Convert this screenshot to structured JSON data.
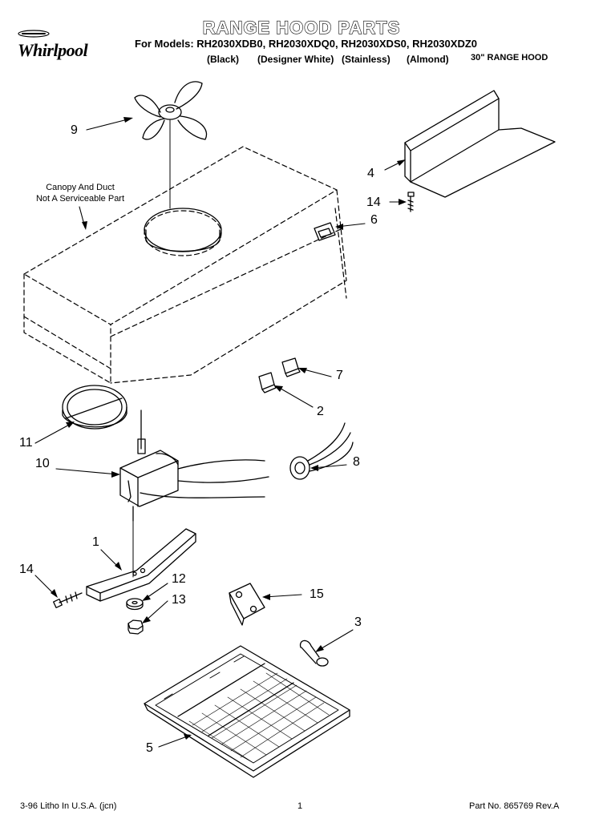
{
  "header": {
    "title": "RANGE HOOD PARTS",
    "models_line": "For Models: RH2030XDB0, RH2030XDQ0, RH2030XDS0, RH2030XDZ0",
    "variants": [
      "(Black)",
      "(Designer White)",
      "(Stainless)",
      "(Almond)"
    ],
    "subtitle": "30\" RANGE HOOD",
    "brand": "Whirlpool"
  },
  "notes": {
    "canopy_line1": "Canopy And Duct",
    "canopy_line2": "Not A Serviceable Part"
  },
  "callouts": [
    "9",
    "4",
    "14",
    "6",
    "7",
    "2",
    "11",
    "10",
    "8",
    "1",
    "14",
    "12",
    "13",
    "15",
    "3",
    "5"
  ],
  "footer": {
    "print_info": "3-96 Litho In U.S.A. (jcn)",
    "page": "1",
    "part_number": "Part No. 865769 Rev.A"
  }
}
